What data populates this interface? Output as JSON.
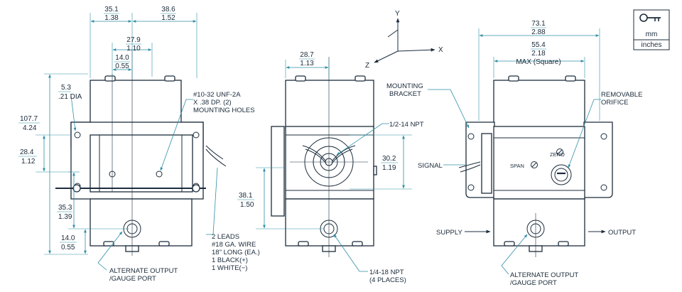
{
  "dimensions": {
    "width_351": {
      "mm": "35.1",
      "in": "1.38"
    },
    "width_386": {
      "mm": "38.6",
      "in": "1.52"
    },
    "width_279": {
      "mm": "27.9",
      "in": "1.10"
    },
    "width_140": {
      "mm": "14.0",
      "in": "0.55"
    },
    "hole_53": {
      "mm": "5.3",
      "in": ".21 DIA"
    },
    "height_1077": {
      "mm": "107.7",
      "in": "4.24"
    },
    "height_284": {
      "mm": "28.4",
      "in": "1.12"
    },
    "height_353": {
      "mm": "35.3",
      "in": "1.39"
    },
    "height_140": {
      "mm": "14.0",
      "in": "0.55"
    },
    "width_287": {
      "mm": "28.7",
      "in": "1.13"
    },
    "height_302": {
      "mm": "30.2",
      "in": "1.19"
    },
    "height_381": {
      "mm": "38.1",
      "in": "1.50"
    },
    "width_731": {
      "mm": "73.1",
      "in": "2.88"
    },
    "width_554": {
      "mm": "55.4",
      "in": "2.18"
    },
    "max_square": "MAX (Square)"
  },
  "callouts": {
    "mounting_holes": [
      "#10-32 UNF-2A",
      "X .38 DP. (2)",
      "MOUNTING HOLES"
    ],
    "leads": [
      "2 LEADS",
      "#18 GA. WIRE",
      "18\" LONG (EA.)",
      "1 BLACK(+)",
      "1 WHITE(−)"
    ],
    "alt_output_left": [
      "ALTERNATE OUTPUT",
      "/GAUGE PORT"
    ],
    "npt_half": "1/2-14 NPT",
    "npt_quarter": [
      "1/4-18 NPT",
      "(4 PLACES)"
    ],
    "mounting_bracket": [
      "MOUNTING",
      "BRACKET"
    ],
    "removable_orifice": [
      "REMOVABLE",
      "ORIFICE"
    ],
    "signal": "SIGNAL",
    "zero": "ZERO",
    "span": "SPAN",
    "supply": "SUPPLY",
    "output": "OUTPUT",
    "alt_output_right": [
      "ALTERNATE OUTPUT",
      "/GAUGE PORT"
    ]
  },
  "axes": {
    "x": "X",
    "y": "Y",
    "z": "Z"
  },
  "legend": {
    "icon": "key-icon",
    "top": "mm",
    "bottom": "inches"
  },
  "colors": {
    "line": "#1c2c3c",
    "dimension": "#2f8fa6"
  }
}
